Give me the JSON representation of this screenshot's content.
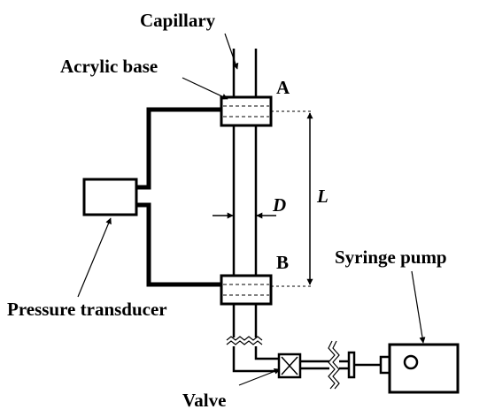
{
  "labels": {
    "capillary": "Capillary",
    "acrylic_base": "Acrylic base",
    "point_a": "A",
    "point_b": "B",
    "dim_d": "D",
    "dim_l": "L",
    "syringe_pump": "Syringe pump",
    "pressure_transducer": "Pressure transducer",
    "valve": "Valve"
  },
  "colors": {
    "line": "#000000",
    "background": "#ffffff"
  }
}
